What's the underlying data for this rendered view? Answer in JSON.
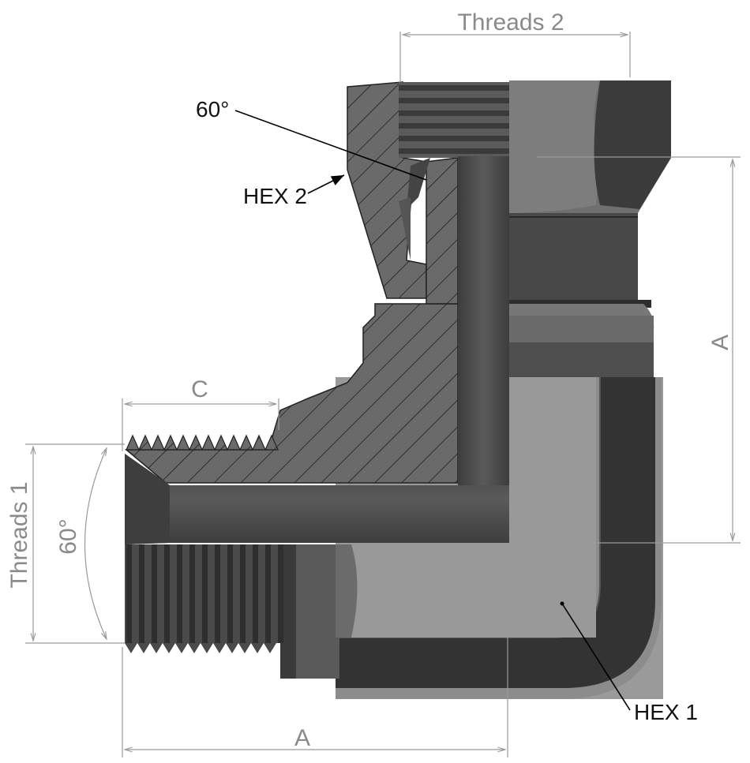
{
  "labels": {
    "threads_2": "Threads 2",
    "threads_1": "Threads 1",
    "angle_top": "60°",
    "angle_left": "60°",
    "hex_1": "HEX 1",
    "hex_2": "HEX 2",
    "dim_a_vertical": "A",
    "dim_a_horizontal": "A",
    "dim_c": "C"
  },
  "colors": {
    "background": "#ffffff",
    "metal_light": "#8c8c8c",
    "metal_mid": "#6e6e6e",
    "metal_dark": "#3f3f3f",
    "metal_darkest": "#2e2e2e",
    "section_fill": "#6a6a6a",
    "hatch": "#1f1f1f",
    "dimension": "#9a9a9a",
    "callout": "#000000"
  }
}
